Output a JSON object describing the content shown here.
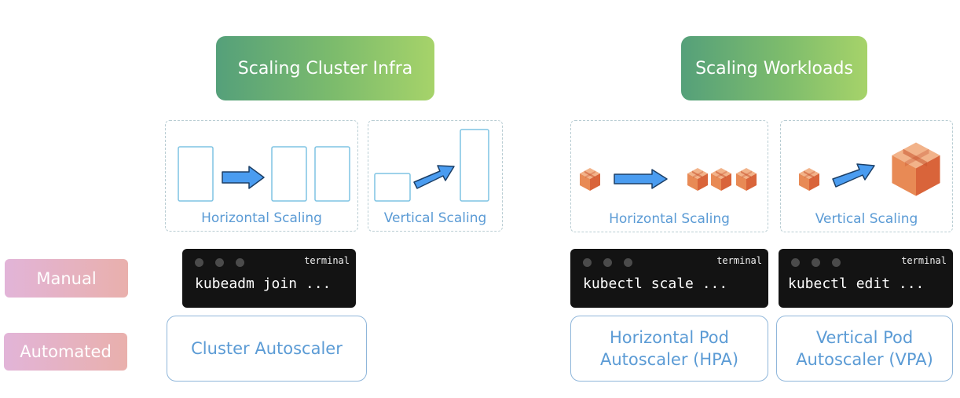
{
  "left": {
    "header": "Scaling Cluster Infra",
    "horizontal_label": "Horizontal Scaling",
    "vertical_label": "Vertical Scaling",
    "terminal": {
      "label": "terminal",
      "command": "kubeadm join ..."
    },
    "automated": "Cluster Autoscaler"
  },
  "right": {
    "header": "Scaling Workloads",
    "horizontal_label": "Horizontal Scaling",
    "vertical_label": "Vertical Scaling",
    "terminal_h": {
      "label": "terminal",
      "command": "kubectl scale ..."
    },
    "terminal_v": {
      "label": "terminal",
      "command": "kubectl edit ..."
    },
    "automated_h": "Horizontal Pod\nAutoscaler (HPA)",
    "automated_v": "Vertical Pod\nAutoscaler (VPA)"
  },
  "rows": {
    "manual": "Manual",
    "automated": "Automated"
  },
  "colors": {
    "arrow_fill": "#4a9cf0",
    "node_stroke": "#7ec3e3",
    "label_blue": "#5b9bd5",
    "package_orange": "#e67e4a"
  },
  "icons": [
    "node-box-icon",
    "arrow-right-icon",
    "package-icon"
  ]
}
